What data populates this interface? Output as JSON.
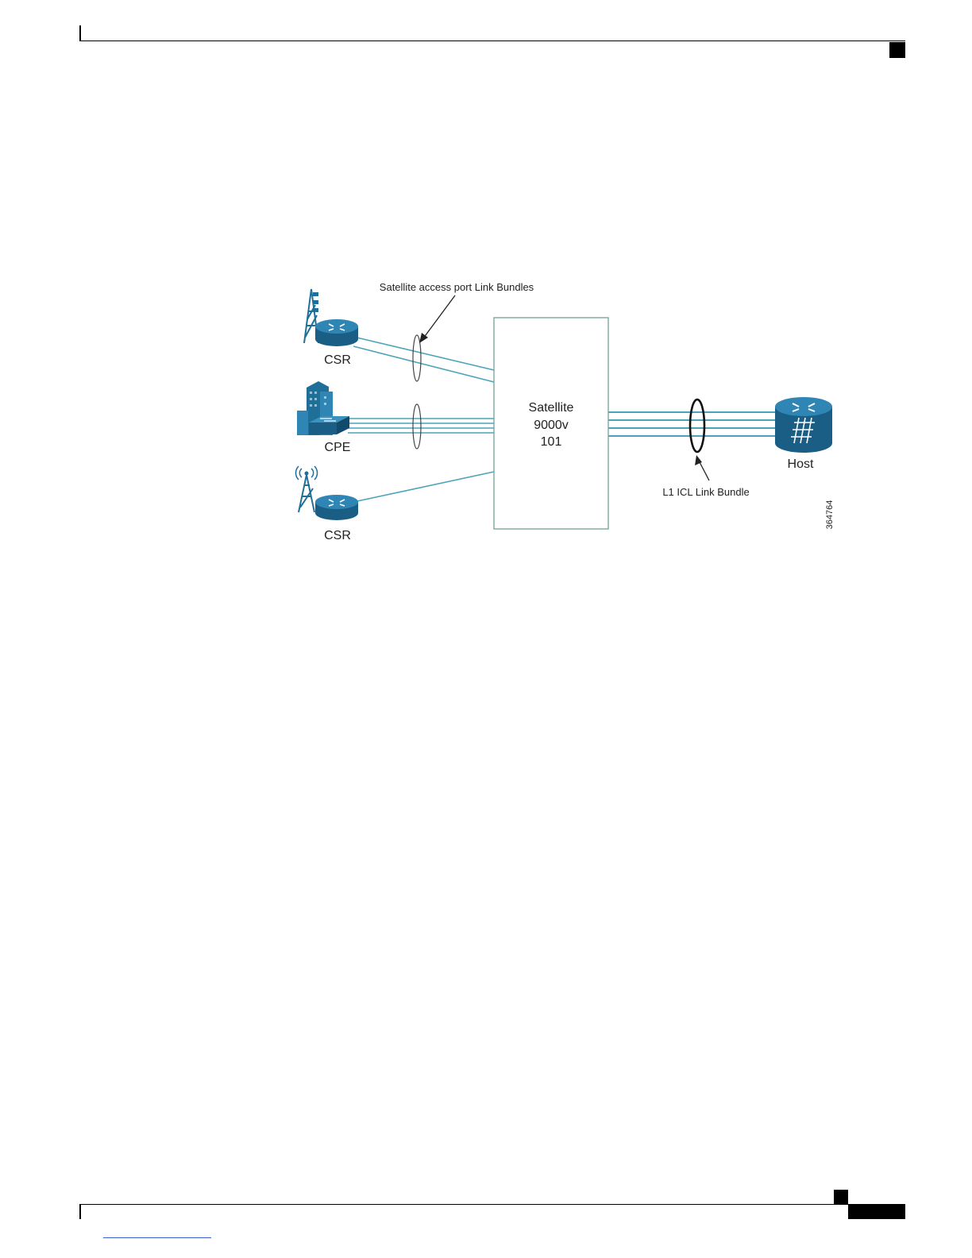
{
  "diagram": {
    "annotations": {
      "access_bundles": "Satellite access port Link Bundles",
      "icl_bundle": "L1 ICL Link Bundle"
    },
    "nodes": {
      "csr_top": {
        "label": "CSR",
        "icon": "cell-tower-router-icon"
      },
      "cpe": {
        "label": "CPE",
        "icon": "building-switch-icon"
      },
      "csr_bottom": {
        "label": "CSR",
        "icon": "cell-tower-router-icon"
      },
      "satellite": {
        "line1": "Satellite",
        "line2": "9000v",
        "line3": "101"
      },
      "host": {
        "label": "Host",
        "icon": "host-router-icon"
      }
    },
    "figure_id": "364764"
  },
  "colors": {
    "link": "#4aa3b8",
    "icon": "#1f6f99",
    "box_border": "#7aa8a0"
  }
}
